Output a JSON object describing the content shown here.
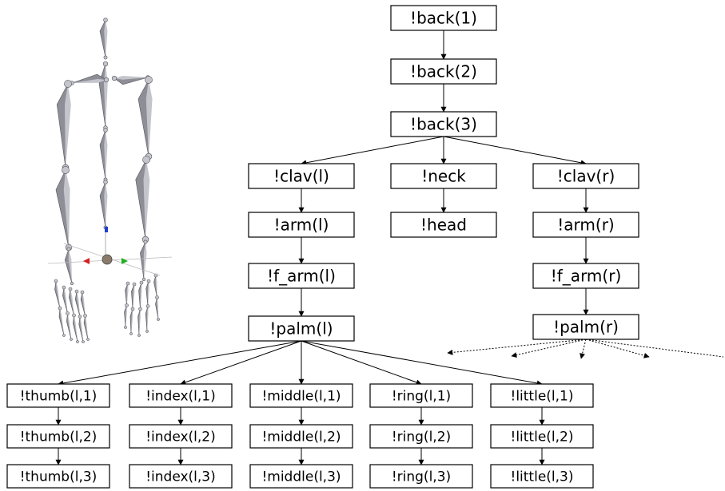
{
  "diagram": {
    "type": "bone-hierarchy",
    "nodes": {
      "back1": "!back(1)",
      "back2": "!back(2)",
      "back3": "!back(3)",
      "clav_l": "!clav(l)",
      "neck": "!neck",
      "clav_r": "!clav(r)",
      "arm_l": "!arm(l)",
      "head": "!head",
      "arm_r": "!arm(r)",
      "farm_l": "!f_arm(l)",
      "farm_r": "!f_arm(r)",
      "palm_l": "!palm(l)",
      "palm_r": "!palm(r)",
      "thumb1": "!thumb(l,1)",
      "thumb2": "!thumb(l,2)",
      "thumb3": "!thumb(l,3)",
      "index1": "!index(l,1)",
      "index2": "!index(l,2)",
      "index3": "!index(l,3)",
      "middle1": "!middle(l,1)",
      "middle2": "!middle(l,2)",
      "middle3": "!middle(l,3)",
      "ring1": "!ring(l,1)",
      "ring2": "!ring(l,2)",
      "ring3": "!ring(l,3)",
      "little1": "!little(l,1)",
      "little2": "!little(l,2)",
      "little3": "!little(l,3)"
    },
    "edges": [
      [
        "back1",
        "back2"
      ],
      [
        "back2",
        "back3"
      ],
      [
        "back3",
        "clav_l"
      ],
      [
        "back3",
        "neck"
      ],
      [
        "back3",
        "clav_r"
      ],
      [
        "clav_l",
        "arm_l"
      ],
      [
        "arm_l",
        "farm_l"
      ],
      [
        "farm_l",
        "palm_l"
      ],
      [
        "neck",
        "head"
      ],
      [
        "clav_r",
        "arm_r"
      ],
      [
        "arm_r",
        "farm_r"
      ],
      [
        "farm_r",
        "palm_r"
      ],
      [
        "palm_l",
        "thumb1"
      ],
      [
        "palm_l",
        "index1"
      ],
      [
        "palm_l",
        "middle1"
      ],
      [
        "palm_l",
        "ring1"
      ],
      [
        "palm_l",
        "little1"
      ],
      [
        "thumb1",
        "thumb2"
      ],
      [
        "thumb2",
        "thumb3"
      ],
      [
        "index1",
        "index2"
      ],
      [
        "index2",
        "index3"
      ],
      [
        "middle1",
        "middle2"
      ],
      [
        "middle2",
        "middle3"
      ],
      [
        "ring1",
        "ring2"
      ],
      [
        "ring2",
        "ring3"
      ],
      [
        "little1",
        "little2"
      ],
      [
        "little2",
        "little3"
      ]
    ],
    "dotted_children_of": "palm_r",
    "illustration": "3d-armature-skeleton",
    "colors": {
      "bone": "#8e8e96",
      "bone_light": "#c4c4cc",
      "axis_x": "#d42020",
      "axis_y": "#20b020",
      "axis_z": "#2040d0"
    }
  }
}
